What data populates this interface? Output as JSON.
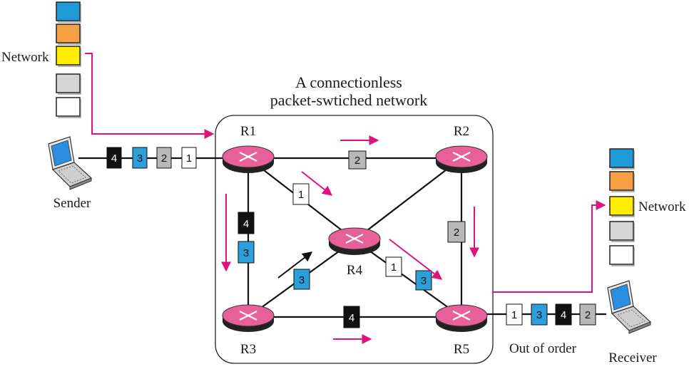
{
  "title": {
    "line1": "A connectionless",
    "line2": "packet-swtiched network"
  },
  "labels": {
    "network_left": "Network",
    "network_right": "Network",
    "sender": "Sender",
    "receiver": "Receiver",
    "out_of_order": "Out of order"
  },
  "routers": {
    "r1": "R1",
    "r2": "R2",
    "r3": "R3",
    "r4": "R4",
    "r5": "R5"
  },
  "packets": {
    "sender": [
      "4",
      "3",
      "2",
      "1"
    ],
    "r1_r2": "2",
    "r1_r4": "1",
    "r1_r3_a": "4",
    "r1_r3_b": "3",
    "r3_r4": "3",
    "r4_r5_a": "1",
    "r4_r5_b": "3",
    "r2_r5": "2",
    "r3_r5": "4",
    "receiver": [
      "1",
      "3",
      "4",
      "2"
    ]
  },
  "colors": {
    "router": "#e8609a",
    "arrow": "#e0127c",
    "packet_black": "#111111",
    "packet_blue": "#2b9fd9",
    "packet_gray": "#b8b8b8",
    "packet_white": "#ffffff",
    "stack_blue": "#1e9ad6",
    "stack_orange": "#f5a044",
    "stack_yellow": "#ffee00",
    "stack_gray": "#d5d5d5"
  }
}
